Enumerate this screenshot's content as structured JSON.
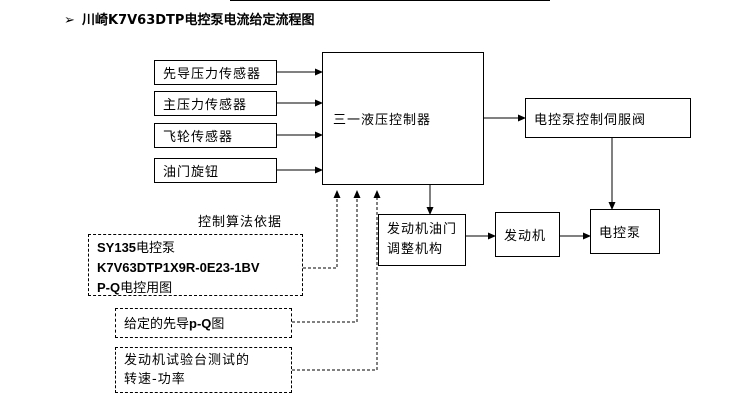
{
  "title": {
    "bullet": "➢",
    "text": "川崎K7V63DTP电控泵电流给定流程图"
  },
  "inputs": {
    "pilot_pressure_sensor": "先导压力传感器",
    "main_pressure_sensor": "主压力传感器",
    "flywheel_sensor": "飞轮传感器",
    "throttle_knob": "油门旋钮"
  },
  "controller": "三一液压控制器",
  "servo_valve": "电控泵控制伺服阀",
  "throttle_adjust": {
    "line1": "发动机油门",
    "line2": "调整机构"
  },
  "engine": "发动机",
  "pump": "电控泵",
  "basis_label": "控制算法依据",
  "basis": {
    "pq_chart": {
      "line1_bold": "SY135",
      "line1_text": "电控泵",
      "line2_bold": "K7V63DTP1X9R-0E23-1BV",
      "line3_bold": "P-Q",
      "line3_text": "电控用图"
    },
    "pilot_pq": {
      "text": "给定的先导",
      "bold": "p-Q",
      "suffix": "图"
    },
    "engine_test": {
      "line1": "发动机试验台测试的",
      "line2": "转速-功率"
    }
  }
}
